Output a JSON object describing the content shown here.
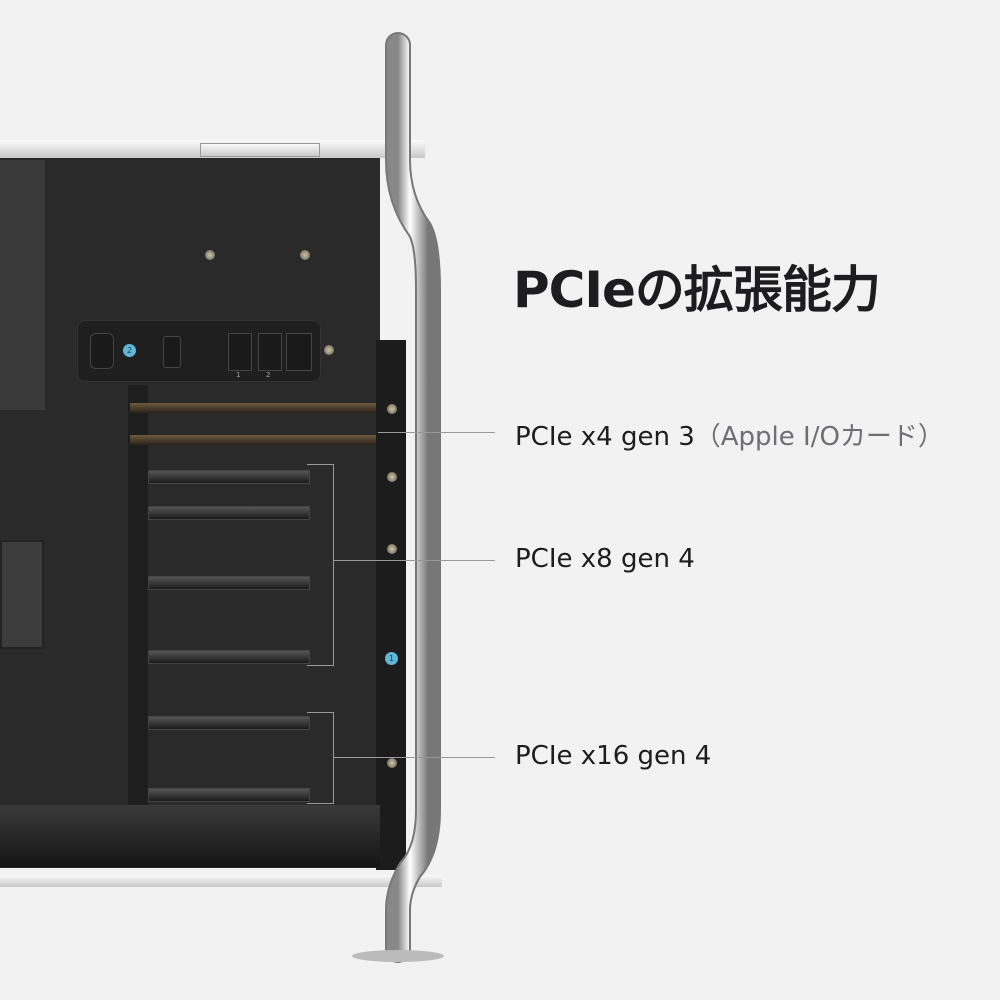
{
  "heading": "PCIeの拡張能力",
  "callouts": [
    {
      "main": "PCIe x4 gen 3",
      "sub": "（Apple I/Oカード）"
    },
    {
      "main": "PCIe x8 gen 4"
    },
    {
      "main": "PCIe x16 gen 4"
    }
  ],
  "io_panel": {
    "badge": "2",
    "port_labels": [
      "1",
      "2"
    ]
  },
  "side_badge": "1"
}
